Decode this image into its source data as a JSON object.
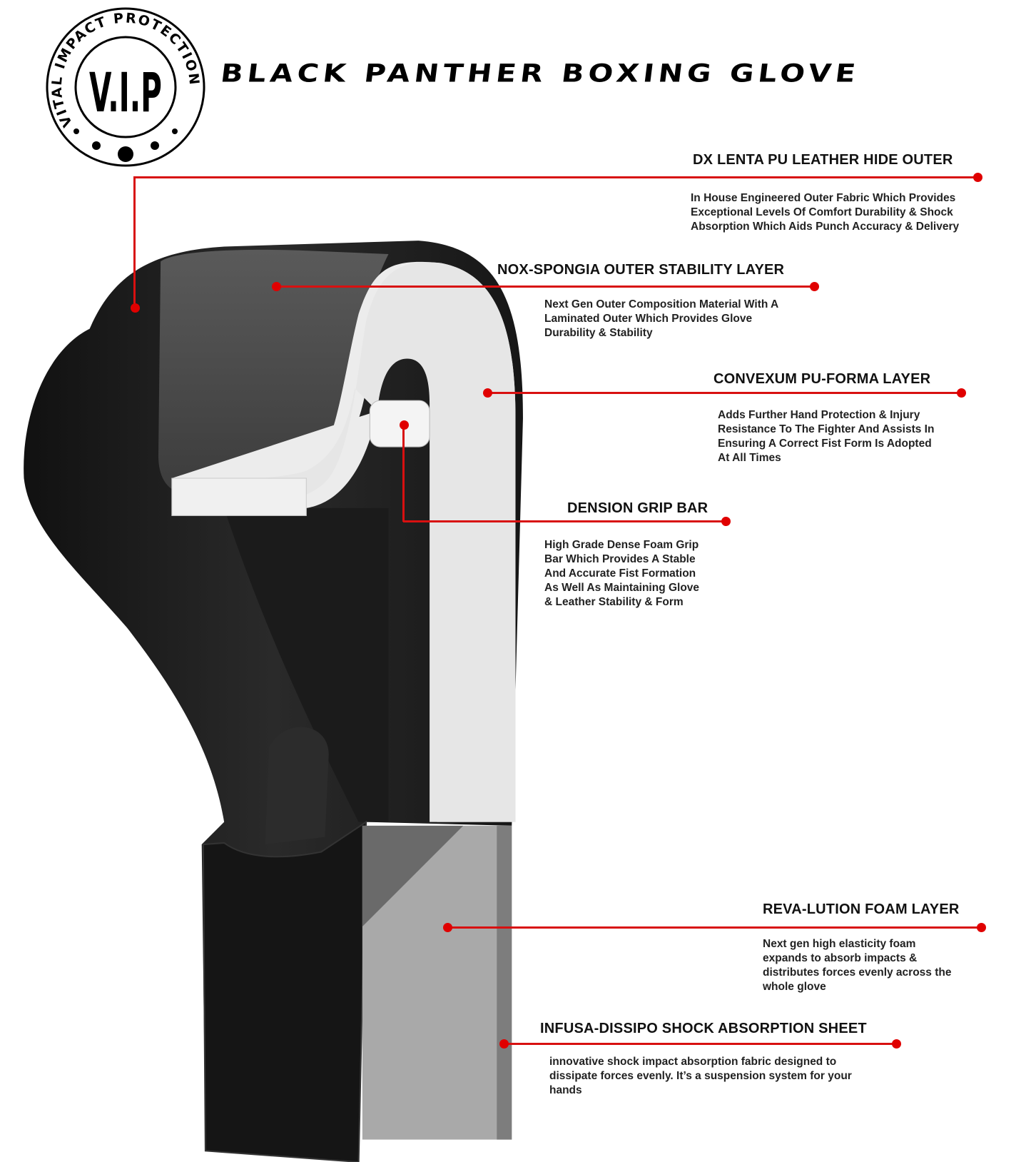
{
  "logo": {
    "ring_text": "VITAL IMPACT PROTECTION",
    "mark": "V.I.P"
  },
  "title": "BLACK PANTHER BOXING GLOVE",
  "accent_color": "#d81010",
  "callouts": [
    {
      "heading": "DX LENTA PU LEATHER HIDE OUTER",
      "lines": [
        "In House Engineered Outer Fabric Which Provides",
        "Exceptional Levels Of Comfort Durability & Shock",
        "Absorption Which Aids Punch Accuracy & Delivery"
      ]
    },
    {
      "heading": "NOX-SPONGIA OUTER STABILITY LAYER",
      "lines": [
        "Next Gen Outer Composition Material With A",
        "Laminated Outer Which Provides Glove",
        "Durability & Stability"
      ]
    },
    {
      "heading": "CONVEXUM  PU-FORMA LAYER",
      "lines": [
        "Adds Further Hand Protection & Injury",
        "Resistance To The Fighter And Assists In",
        "Ensuring A Correct Fist Form Is Adopted",
        "At All Times"
      ]
    },
    {
      "heading": "DENSION GRIP BAR",
      "lines": [
        "High Grade Dense Foam Grip",
        "Bar Which Provides A Stable",
        "And Accurate Fist Formation",
        "As Well As Maintaining Glove",
        "& Leather Stability & Form"
      ]
    },
    {
      "heading": "REVA-LUTION FOAM LAYER",
      "lines": [
        "Next gen high elasticity foam",
        "expands to absorb impacts &",
        "distributes forces evenly across the",
        "whole glove"
      ]
    },
    {
      "heading": "INFUSA-DISSIPO SHOCK ABSORPTION SHEET",
      "lines": [
        "innovative shock impact absorption fabric designed to",
        "dissipate  forces evenly. It’s a suspension system for your",
        "hands"
      ]
    }
  ]
}
